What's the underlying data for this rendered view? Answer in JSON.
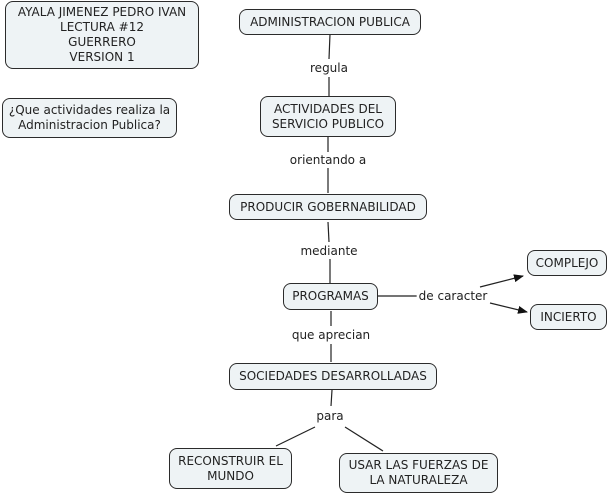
{
  "diagram": {
    "type": "concept-map",
    "nodes": {
      "author": "AYALA JIMENEZ PEDRO IVAN\nLECTURA #12\nGUERRERO\nVERSION 1",
      "question": "¿Que actividades realiza la\nAdministracion Publica?",
      "admin_publica": "ADMINISTRACION PUBLICA",
      "actividades": "ACTIVIDADES DEL\nSERVICIO PUBLICO",
      "gobernabilidad": "PRODUCIR GOBERNABILIDAD",
      "programas": "PROGRAMAS",
      "complejo": "COMPLEJO",
      "incierto": "INCIERTO",
      "sociedades": "SOCIEDADES DESARROLLADAS",
      "reconstruir": "RECONSTRUIR EL\nMUNDO",
      "usar_fuerzas": "USAR LAS FUERZAS DE\nLA NATURALEZA"
    },
    "linking_phrases": {
      "regula": "regula",
      "orientando": "orientando a",
      "mediante": "mediante",
      "de_caracter": "de caracter",
      "que_aprecian": "que aprecian",
      "para": "para"
    },
    "connections": [
      [
        "ADMINISTRACION PUBLICA",
        "regula",
        "ACTIVIDADES DEL SERVICIO PUBLICO"
      ],
      [
        "ACTIVIDADES DEL SERVICIO PUBLICO",
        "orientando a",
        "PRODUCIR GOBERNABILIDAD"
      ],
      [
        "PRODUCIR GOBERNABILIDAD",
        "mediante",
        "PROGRAMAS"
      ],
      [
        "PROGRAMAS",
        "de caracter",
        "COMPLEJO"
      ],
      [
        "PROGRAMAS",
        "de caracter",
        "INCIERTO"
      ],
      [
        "PROGRAMAS",
        "que aprecian",
        "SOCIEDADES DESARROLLADAS"
      ],
      [
        "SOCIEDADES DESARROLLADAS",
        "para",
        "RECONSTRUIR EL MUNDO"
      ],
      [
        "SOCIEDADES DESARROLLADAS",
        "para",
        "USAR LAS FUERZAS DE LA NATURALEZA"
      ]
    ],
    "colors": {
      "node_fill": "#eef3f5",
      "node_border": "#2b2b2b",
      "line": "#222222",
      "background": "#ffffff"
    }
  }
}
